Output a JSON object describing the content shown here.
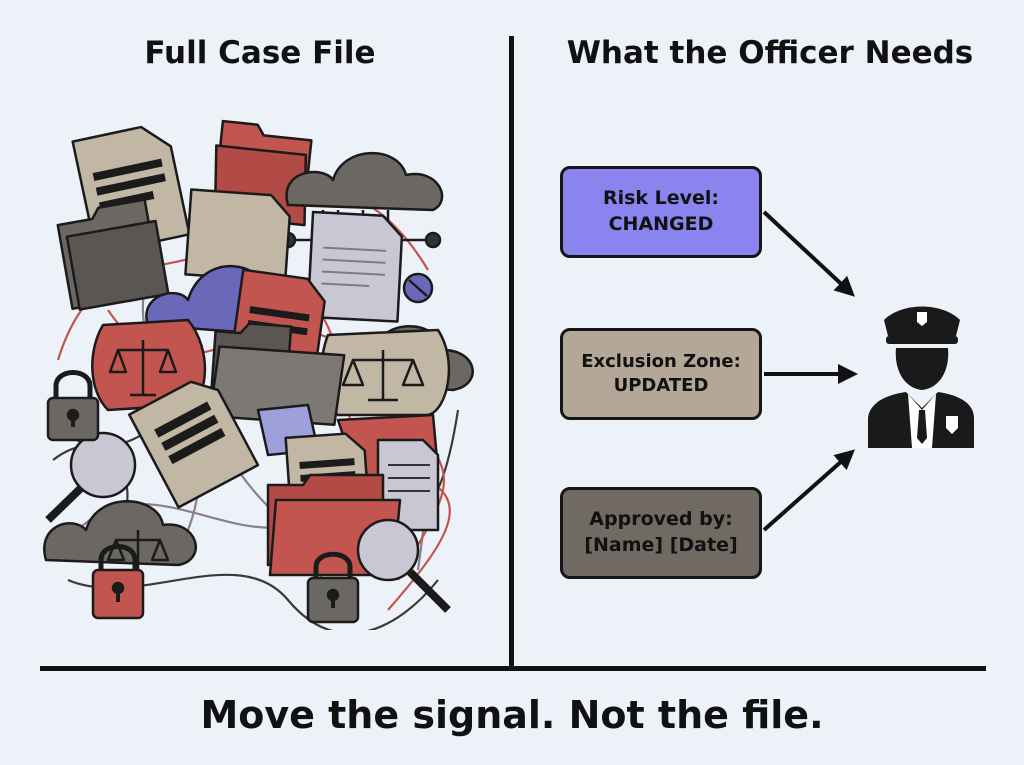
{
  "left_panel": {
    "title": "Full Case File"
  },
  "right_panel": {
    "title": "What the Officer Needs",
    "signals": [
      {
        "line1": "Risk Level:",
        "line2": "CHANGED",
        "color": "#8984ee"
      },
      {
        "line1": "Exclusion Zone:",
        "line2": "UPDATED",
        "color": "#b5a797"
      },
      {
        "line1": "Approved by:",
        "line2": "[Name] [Date]",
        "color": "#706a63"
      }
    ]
  },
  "footer": {
    "tagline": "Move the signal. Not the file."
  },
  "colors": {
    "background": "#edf2f9",
    "red": "#c25550",
    "tan": "#c2b6a4",
    "gray": "#6b6763",
    "purple": "#6a68b8",
    "lavender": "#9ea0dc",
    "ink": "#111111"
  },
  "icons": [
    "document-icon",
    "folder-icon",
    "cloud-icon",
    "scales-of-justice-icon",
    "padlock-icon",
    "magnifier-icon",
    "tangled-wire",
    "police-officer-icon",
    "arrow-icon"
  ]
}
